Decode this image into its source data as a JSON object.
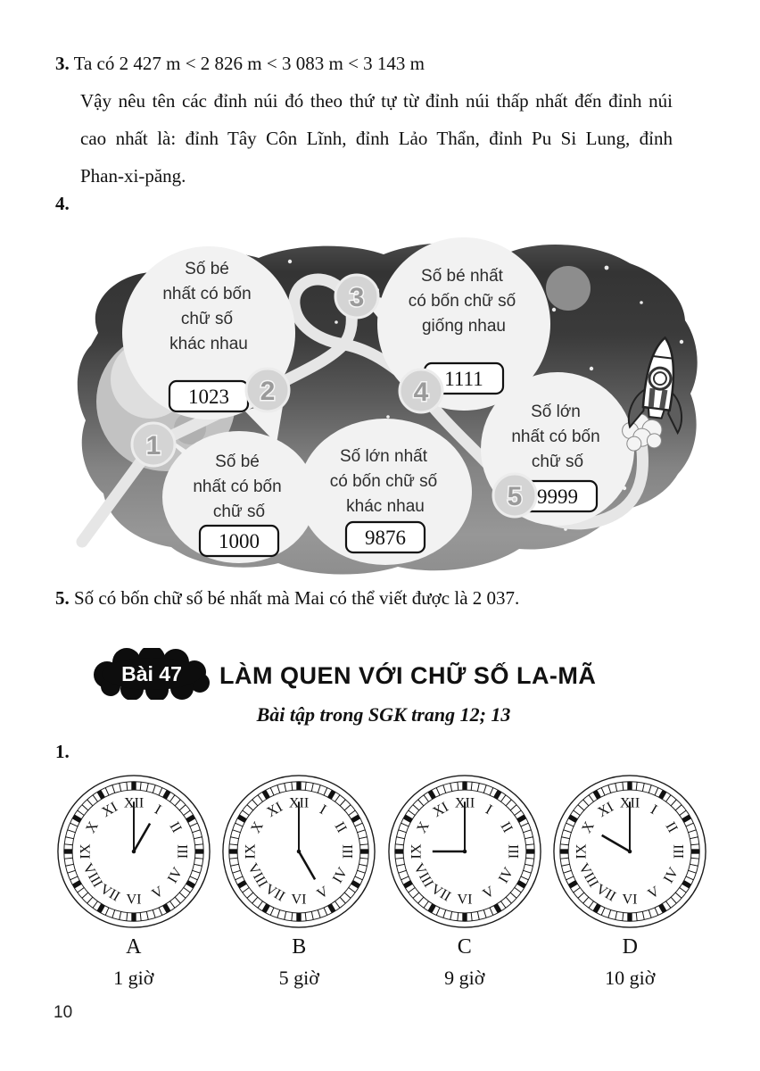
{
  "page": {
    "number": "10"
  },
  "item3": {
    "marker": "3.",
    "line1": "Ta có 2 427 m < 2 826 m < 3 083 m < 3 143 m",
    "body": "Vậy nêu tên các đỉnh núi đó theo thứ tự từ đỉnh núi thấp nhất đến đỉnh núi cao nhất là: đỉnh Tây Côn Lĩnh, đỉnh Lảo Thẩn, đỉnh Pu Si Lung, đỉnh Phan-xi-păng."
  },
  "item4": {
    "marker": "4."
  },
  "illustration": {
    "bubbles": [
      {
        "lines": [
          "Số bé",
          "nhất có bốn",
          "chữ số",
          "khác nhau"
        ],
        "value": "1023"
      },
      {
        "lines": [
          "Số bé nhất",
          "có bốn chữ số",
          "giống nhau"
        ],
        "value": "1111"
      },
      {
        "lines": [
          "Số lớn",
          "nhất có bốn",
          "chữ số"
        ],
        "value": "9999"
      },
      {
        "lines": [
          "Số bé",
          "nhất có bốn",
          "chữ số"
        ],
        "value": "1000"
      },
      {
        "lines": [
          "Số lớn nhất",
          "có bốn chữ số",
          "khác nhau"
        ],
        "value": "9876"
      }
    ],
    "stops": [
      "1",
      "2",
      "3",
      "4",
      "5"
    ]
  },
  "item5": {
    "marker": "5.",
    "text": "Số có bốn chữ số bé nhất mà Mai có thể viết được là 2 037."
  },
  "lesson": {
    "badge": "Bài 47",
    "title": "LÀM QUEN VỚI CHỮ SỐ LA-MÃ",
    "subtitle": "Bài tập trong SGK trang 12; 13"
  },
  "exercise1": {
    "marker": "1."
  },
  "clocks": {
    "numerals": [
      "XII",
      "I",
      "II",
      "III",
      "IV",
      "V",
      "VI",
      "VII",
      "VIII",
      "IX",
      "X",
      "XI"
    ],
    "items": [
      {
        "letter": "A",
        "caption": "1 giờ",
        "hour": 1
      },
      {
        "letter": "B",
        "caption": "5 giờ",
        "hour": 5
      },
      {
        "letter": "C",
        "caption": "9 giờ",
        "hour": 9
      },
      {
        "letter": "D",
        "caption": "10 giờ",
        "hour": 10
      }
    ]
  }
}
